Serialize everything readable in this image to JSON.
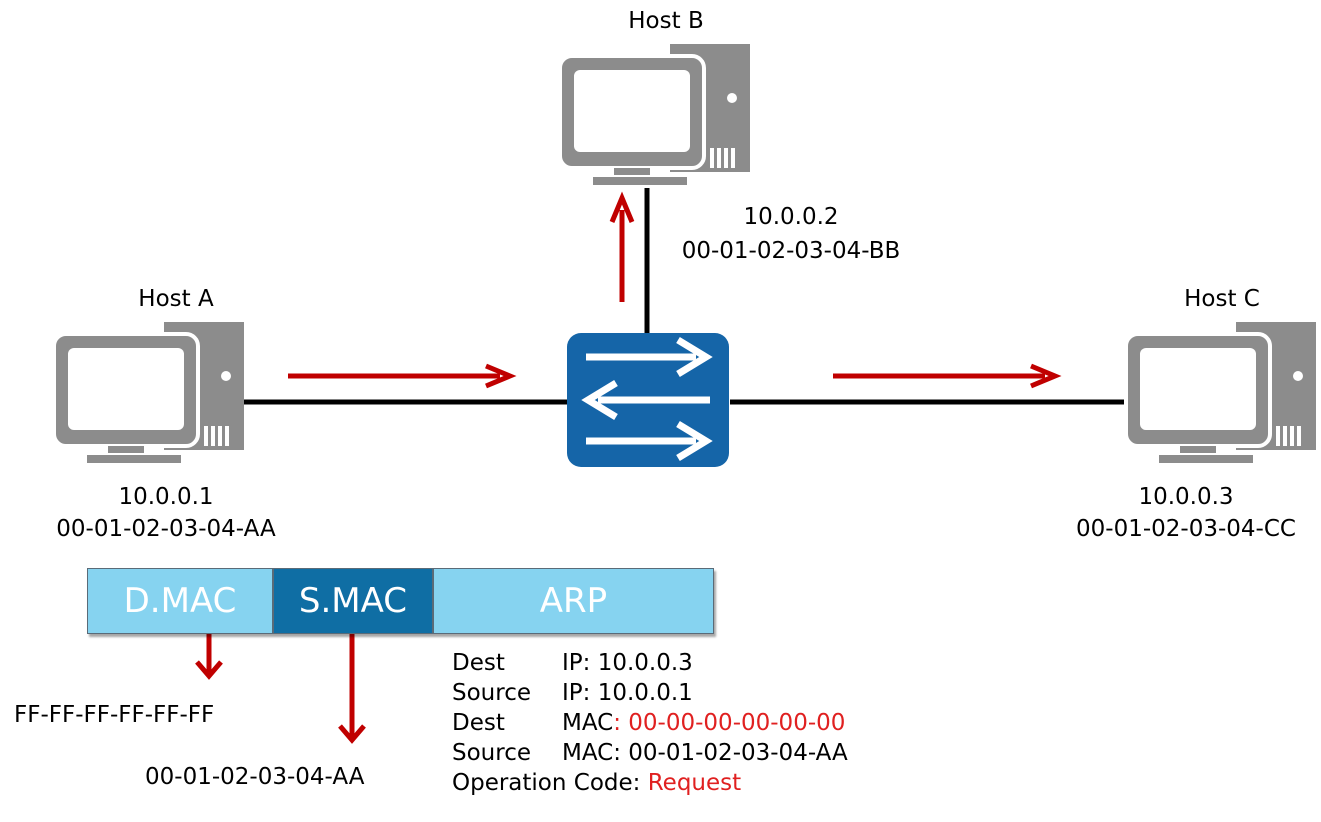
{
  "hosts": {
    "a": {
      "name": "Host A",
      "ip": "10.0.0.1",
      "mac": "00-01-02-03-04-AA"
    },
    "b": {
      "name": "Host B",
      "ip": "10.0.0.2",
      "mac": "00-01-02-03-04-BB"
    },
    "c": {
      "name": "Host C",
      "ip": "10.0.0.3",
      "mac": "00-01-02-03-04-CC"
    }
  },
  "icons": {
    "host": "desktop-computer-icon",
    "switch": "switch-icon"
  },
  "frame": {
    "dmac_label": "D.MAC",
    "smac_label": "S.MAC",
    "payload_label": "ARP",
    "dmac_value": "FF-FF-FF-FF-FF-FF",
    "smac_value": "00-01-02-03-04-AA"
  },
  "arp": {
    "dest_ip_key": "Dest",
    "dest_ip_value": "IP: 10.0.0.3",
    "source_ip_key": "Source",
    "source_ip_value": "IP: 10.0.0.1",
    "dest_mac_key": "Dest",
    "dest_mac_prefix": "MAC",
    "dest_mac_value": ": 00-00-00-00-00-00",
    "source_mac_key": "Source",
    "source_mac_value": "MAC: 00-01-02-03-04-AA",
    "opcode_label": "Operation Code: ",
    "opcode_value": "Request"
  },
  "colors": {
    "host_gray": "#8c8c8c",
    "switch_blue": "#1565a8",
    "arrow_red": "#c00000",
    "highlight_red": "#e02020",
    "frame_light": "#86d3f0",
    "frame_dark": "#0f6ea4"
  }
}
